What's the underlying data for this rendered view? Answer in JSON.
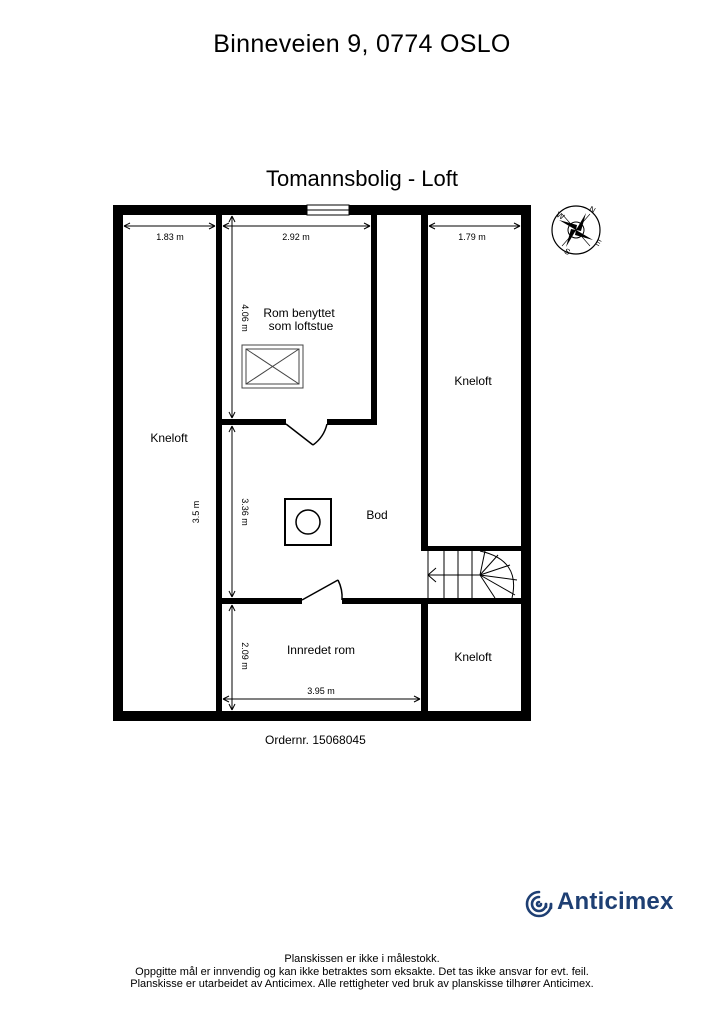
{
  "header": {
    "address": "Binneveien 9, 0774 OSLO",
    "plan_title": "Tomannsbolig  - Loft"
  },
  "rooms": {
    "kneloft_left": "Kneloft",
    "loftstue_line1": "Rom benyttet",
    "loftstue_line2": "som loftstue",
    "kneloft_right_top": "Kneloft",
    "bod": "Bod",
    "innredet_rom": "Innredet rom",
    "kneloft_right_bottom": "Kneloft"
  },
  "dimensions": {
    "left_width": "1.83 m",
    "loftstue_width": "2.92 m",
    "right_width": "1.79 m",
    "loftstue_depth": "4.06 m",
    "left_depth": "3.5 m",
    "bod_depth": "3.36 m",
    "innredet_depth": "2.09 m",
    "innredet_width": "3.95 m"
  },
  "compass": {
    "n": "N",
    "e": "E",
    "s": "S",
    "w": "W"
  },
  "order": "Ordernr. 15068045",
  "logo": {
    "text": "Anticimex",
    "color": "#1e3f73"
  },
  "footer": {
    "line1": "Planskissen er ikke i målestokk.",
    "line2": "Oppgitte mål er innvendig og kan ikke betraktes som eksakte. Det tas ikke ansvar for evt. feil.",
    "line3": "Planskisse er utarbeidet av Anticimex. Alle rettigheter ved bruk av planskisse tilhører Anticimex."
  }
}
